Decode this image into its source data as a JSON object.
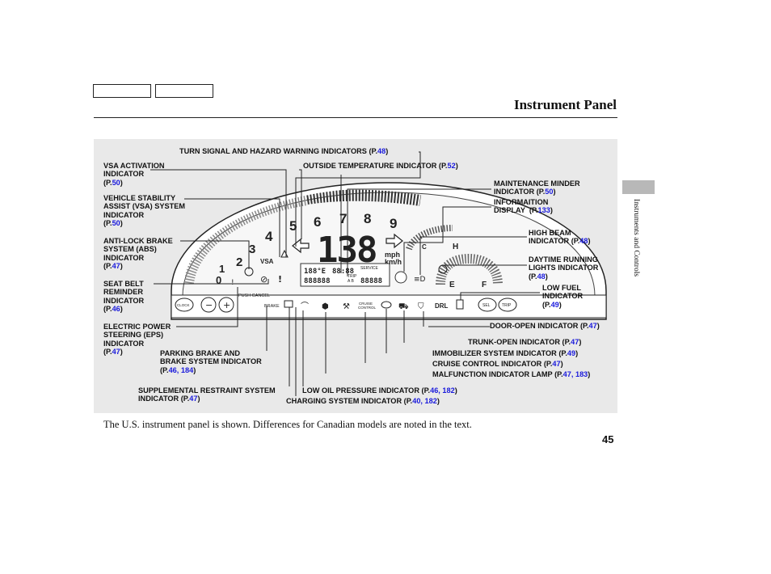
{
  "page": {
    "title": "Instrument Panel",
    "side_tab": "Instruments and Controls",
    "caption": "The U.S. instrument panel is shown. Differences for Canadian models are noted in the text.",
    "page_number": "45"
  },
  "labels": {
    "turn_signal": {
      "text": "TURN SIGNAL AND HAZARD WARNING INDICATORS (P.",
      "refs": "48",
      "tail": ")"
    },
    "outside_temp": {
      "text": "OUTSIDE TEMPERATURE INDICATOR (P.",
      "refs": "52",
      "tail": ")"
    },
    "vsa_activation": {
      "text": "VSA ACTIVATION\nINDICATOR\n(P.",
      "refs": "50",
      "tail": ")"
    },
    "vsa_system": {
      "text": "VEHICLE STABILITY\nASSIST (VSA) SYSTEM\nINDICATOR\n(P.",
      "refs": "50",
      "tail": ")"
    },
    "abs": {
      "text": "ANTI-LOCK BRAKE\nSYSTEM (ABS)\nINDICATOR\n(P.",
      "refs": "47",
      "tail": ")"
    },
    "seat_belt": {
      "text": "SEAT BELT\nREMINDER\nINDICATOR\n(P.",
      "refs": "46",
      "tail": ")"
    },
    "eps": {
      "text": "ELECTRIC POWER\nSTEERING (EPS)\nINDICATOR\n(P.",
      "refs": "47",
      "tail": ")"
    },
    "parking_brake": {
      "text": "PARKING BRAKE AND\nBRAKE SYSTEM INDICATOR\n(P.",
      "refs": "46, 184",
      "tail": ")"
    },
    "srs": {
      "text": "SUPPLEMENTAL RESTRAINT SYSTEM\nINDICATOR (P.",
      "refs": "47",
      "tail": ")"
    },
    "low_oil": {
      "text": "LOW OIL PRESSURE INDICATOR (P.",
      "refs": "46, 182",
      "tail": ")"
    },
    "charging": {
      "text": "CHARGING SYSTEM INDICATOR (P.",
      "refs": "40, 182",
      "tail": ")"
    },
    "maintenance": {
      "text": "MAINTENANCE MINDER\nINDICATOR (P.",
      "refs": "50",
      "tail": ")"
    },
    "info_display": {
      "text": "INFORMAITION\nDISPLAY  (P.",
      "refs": "133",
      "tail": ")"
    },
    "high_beam": {
      "text": "HIGH BEAM\nINDICATOR (P.",
      "refs": "48",
      "tail": ")"
    },
    "drl": {
      "text": "DAYTIME RUNNING\nLIGHTS INDICATOR\n(P.",
      "refs": "48",
      "tail": ")"
    },
    "low_fuel": {
      "text": "LOW FUEL\nINDICATOR\n(P.",
      "refs": "49",
      "tail": ")"
    },
    "door_open": {
      "text": "DOOR-OPEN INDICATOR (P.",
      "refs": "47",
      "tail": ")"
    },
    "trunk_open": {
      "text": "TRUNK-OPEN INDICATOR  (P.",
      "refs": "47",
      "tail": ")"
    },
    "immobilizer": {
      "text": "IMMOBILIZER SYSTEM INDICATOR  (P.",
      "refs": "49",
      "tail": ")"
    },
    "cruise": {
      "text": "CRUISE CONTROL INDICATOR (P.",
      "refs": "47",
      "tail": ")"
    },
    "mil": {
      "text": "MALFUNCTION INDICATOR LAMP (P.",
      "refs": "47, 183",
      "tail": ")"
    }
  },
  "cluster": {
    "speed": "138",
    "speed_units": [
      "mph",
      "km/h"
    ],
    "temp_readout": "188°E",
    "clock_readout": "88:88",
    "odometer": "888888",
    "trip_readout": "88888",
    "trip_label": "TRIP",
    "trip_sub": "A B",
    "service_text": "SERVICE",
    "tach_numbers": [
      "0",
      "1",
      "2",
      "3",
      "4",
      "5",
      "6",
      "7",
      "8",
      "9"
    ],
    "vsa_text": "VSA",
    "push_cancel": "PUSH CANCEL",
    "brake_text": "BRAKE",
    "cruise_main": "CRUISE",
    "cruise_sub": "CONTROL",
    "drl_text": "DRL",
    "fuel_e": "E",
    "fuel_f": "F",
    "temp_c": "C",
    "temp_h": "H",
    "small_units": "mph  km/h",
    "buttons": [
      "CLOCK",
      "SEL",
      "TRIP"
    ]
  }
}
